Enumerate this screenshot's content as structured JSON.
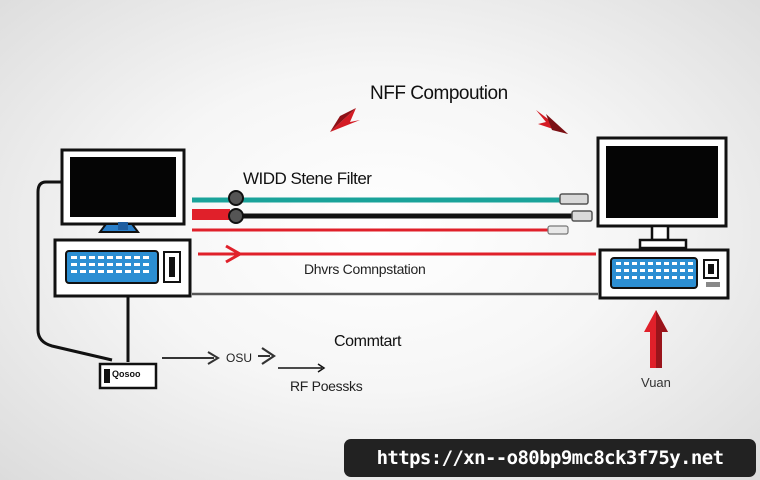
{
  "labels": {
    "title": "NFF Compoution",
    "video_filter": "WIDD Stene Filter",
    "drivers": "Dhvrs Comnpstation",
    "commit": "Commtart",
    "osu": "OSU",
    "rf_process": "RF Poessks",
    "vuan": "Vuan",
    "box_text": "Qosoo"
  },
  "watermark": {
    "url": "https://xn--o80bp9mc8ck3f75y.net"
  },
  "colors": {
    "red": "#e0202a",
    "teal": "#1aa39a",
    "keyboard_blue": "#2c8fd3",
    "stand_blue": "#2a7fc9",
    "line": "#111111",
    "watermark_bg": "#222222"
  },
  "icons": {
    "left_computer": "desktop-computer-icon",
    "right_computer": "desktop-computer-icon",
    "capture_box": "capture-device-icon",
    "arrows": "arrow-icon"
  }
}
